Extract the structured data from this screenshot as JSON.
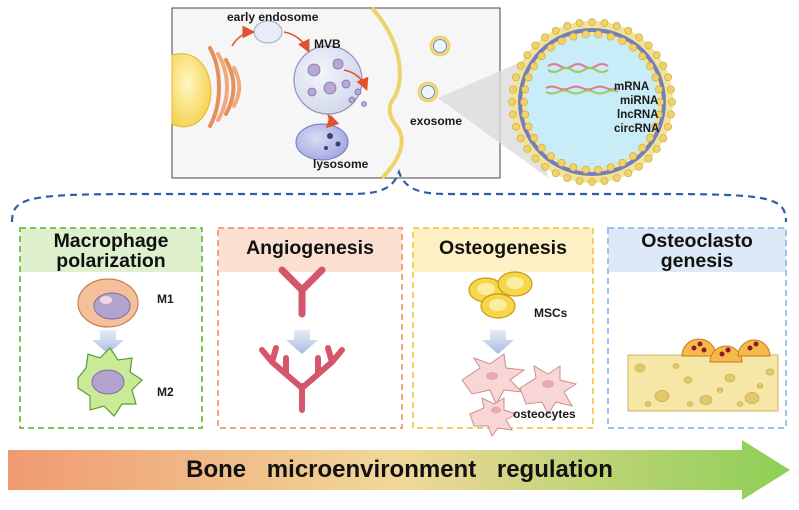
{
  "cell": {
    "early_endosome": "early endosome",
    "mvb": "MVB",
    "exosome": "exosome",
    "lysosome": "lysosome"
  },
  "exosome_cargo": [
    "mRNA",
    "miRNA",
    "lncRNA",
    "circRNA"
  ],
  "panels": [
    {
      "title_lines": [
        "Macrophage",
        "polarization"
      ],
      "labels": [
        "M1",
        "M2"
      ],
      "border_color": "#7cc35a",
      "bg_color": "#dff0cf"
    },
    {
      "title_lines": [
        "Angiogenesis"
      ],
      "labels": [],
      "border_color": "#f0a57e",
      "bg_color": "#fbe0d1"
    },
    {
      "title_lines": [
        "Osteogenesis"
      ],
      "labels": [
        "MSCs",
        "osteocytes"
      ],
      "border_color": "#f5cf5c",
      "bg_color": "#fdf0c4"
    },
    {
      "title_lines": [
        "Osteoclasto",
        "genesis"
      ],
      "labels": [],
      "border_color": "#9fc3e6",
      "bg_color": "#dde9f6"
    }
  ],
  "banner": {
    "text": "Bone microenvironment regulation"
  },
  "colors": {
    "membrane": "#efd36a",
    "bracket": "#2e5fa8",
    "arrow_red": "#e0522b",
    "banner_start": "#f0a27a",
    "banner_end": "#8fcf5a"
  }
}
